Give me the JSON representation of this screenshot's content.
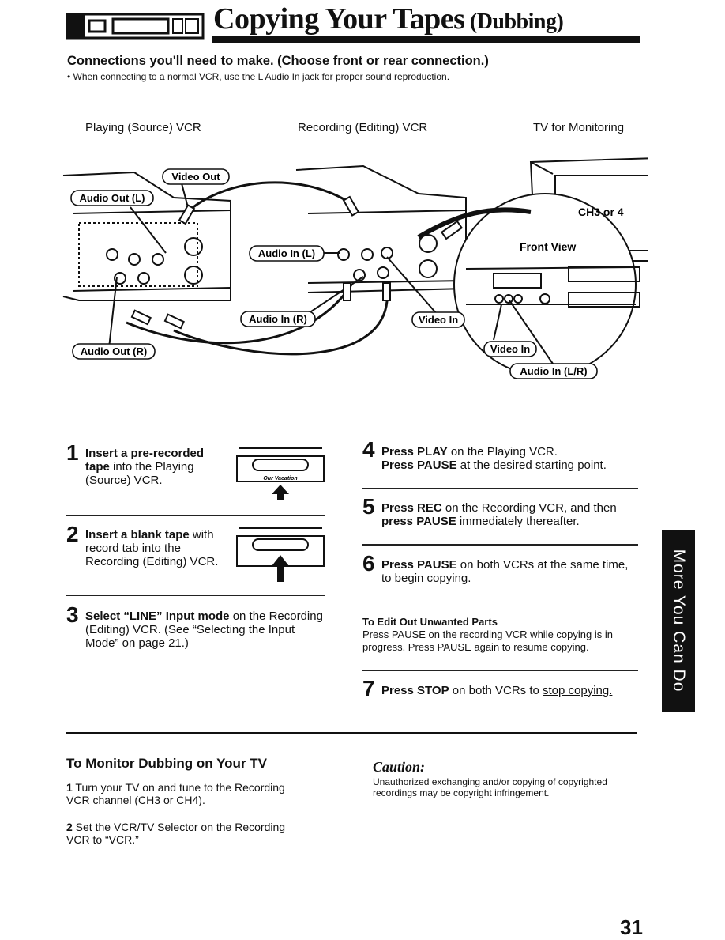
{
  "header": {
    "title": "Copying Your Tapes",
    "title_suffix": " (Dubbing)"
  },
  "connections": {
    "heading": "Connections you'll need to make. (Choose front or rear connection.)",
    "note": "• When connecting to a normal VCR, use the L Audio In jack for proper sound reproduction."
  },
  "columns": {
    "source": "Playing (Source) VCR",
    "recording": "Recording (Editing) VCR",
    "tv": "TV for Monitoring"
  },
  "diagram": {
    "video_out": "Video Out",
    "audio_out_l": "Audio Out (L)",
    "audio_out_r": "Audio Out (R)",
    "audio_in_l": "Audio In (L)",
    "audio_in_r": "Audio In (R)",
    "video_in": "Video In",
    "front_view": "Front View",
    "tv_screen": "CH3 or 4",
    "front_video_in": "Video In",
    "front_audio_in": "Audio In (L/R)",
    "cassette_label": "Our Vacation"
  },
  "steps": {
    "s1": {
      "num": "1",
      "bold": "Insert a pre-recorded tape",
      "text": " into the Playing (Source) VCR."
    },
    "s2": {
      "num": "2",
      "bold": "Insert a blank tape",
      "text": " with record tab into the Recording (Editing) VCR."
    },
    "s3": {
      "num": "3",
      "bold": "Select “LINE” Input mode",
      "text": " on the Recording (Editing) VCR. (See “Selecting the Input Mode” on page 21.)"
    },
    "s4": {
      "num": "4",
      "bold1": "Press PLAY",
      "text1": " on the Playing VCR.",
      "bold2": "Press PAUSE",
      "text2": " at the desired starting point."
    },
    "s5": {
      "num": "5",
      "bold1": "Press REC",
      "text1": " on the Recording VCR, and then ",
      "bold2": "press PAUSE",
      "text2": " immediately thereafter."
    },
    "s6": {
      "num": "6",
      "bold": "Press PAUSE",
      "text": " on both VCRs at the same time, to",
      "underline": " begin copying."
    },
    "edit_head": "To Edit Out Unwanted Parts",
    "edit_text": "Press PAUSE on the recording VCR while copying is in progress. Press PAUSE again to resume copying.",
    "s7": {
      "num": "7",
      "bold": "Press STOP",
      "text": " on both VCRs to ",
      "underline": "stop copying."
    }
  },
  "monitor": {
    "heading": "To Monitor Dubbing on Your TV",
    "item1_num": "1",
    "item1": " Turn your TV on and tune to the Recording VCR channel (CH3 or CH4).",
    "item2_num": "2",
    "item2": " Set the VCR/TV Selector on the Recording VCR to “VCR.”"
  },
  "caution": {
    "heading": "Caution:",
    "text": "Unauthorized exchanging and/or copying of copyrighted recordings may be copyright infringement."
  },
  "side_tab": "More You Can Do",
  "page_number": "31"
}
